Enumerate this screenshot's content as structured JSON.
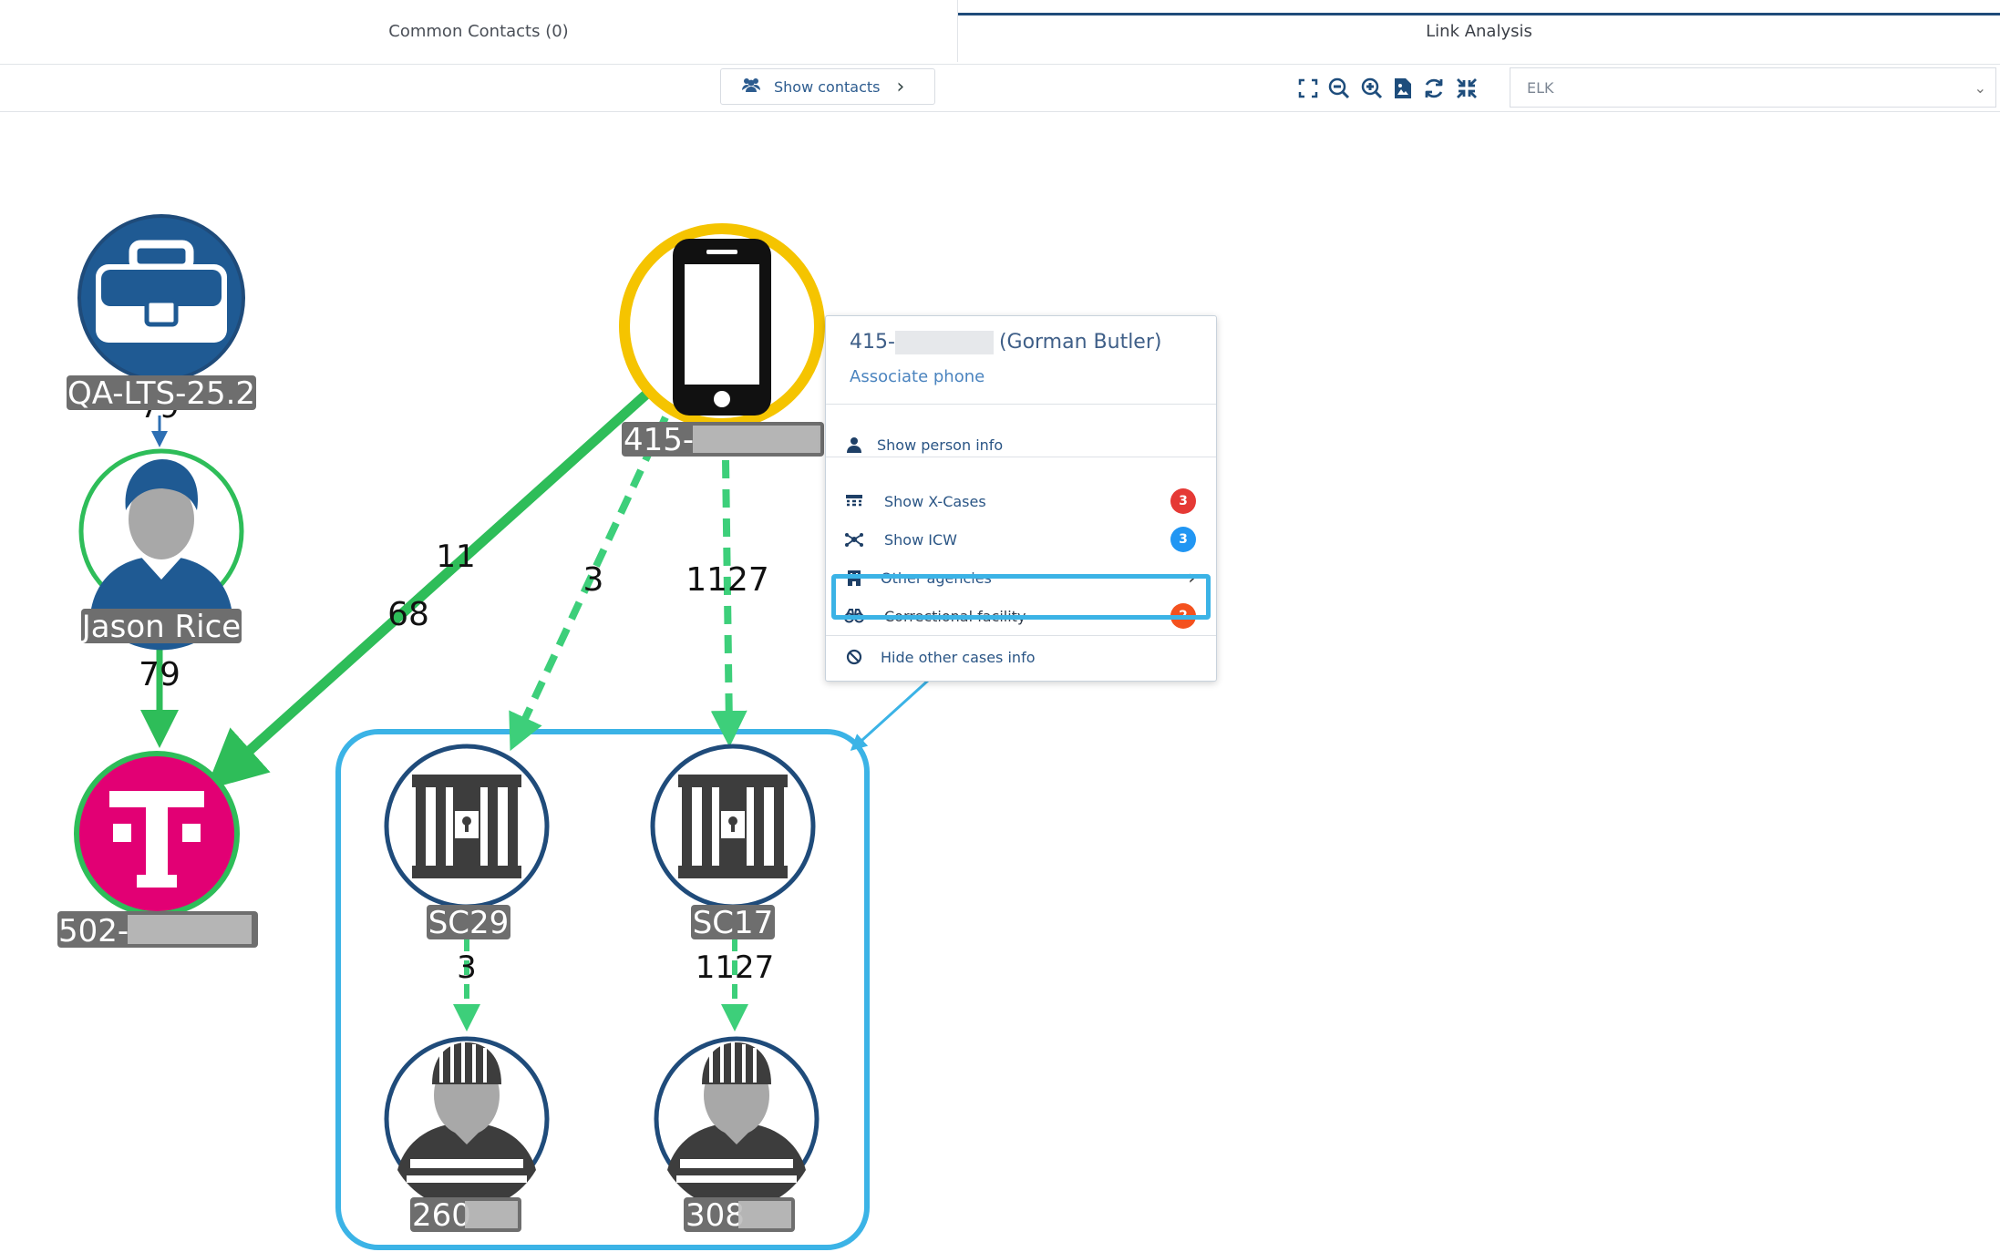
{
  "tabs": [
    {
      "label": "Common Contacts (0)"
    },
    {
      "label": "Link Analysis"
    }
  ],
  "toolbar": {
    "show_contacts_label": "Show contacts",
    "layout_select_value": "ELK"
  },
  "graph": {
    "nodes": {
      "case": {
        "label": "QA-LTS-25.2",
        "icon": "briefcase-icon"
      },
      "person": {
        "label": "Jason Rice",
        "icon": "person-icon"
      },
      "carrier": {
        "label": "502-",
        "icon": "t-mobile-logo"
      },
      "phone": {
        "label": "415-",
        "icon": "phone-icon"
      },
      "facility1": {
        "label": "SC29",
        "icon": "jail-icon"
      },
      "facility2": {
        "label": "SC17",
        "icon": "jail-icon"
      },
      "inmate1": {
        "label": "260",
        "icon": "inmate-icon"
      },
      "inmate2": {
        "label": "308",
        "icon": "inmate-icon"
      }
    },
    "edges": {
      "case_person": "79",
      "person_carrier": "79",
      "phone_carrier_a": "11",
      "phone_carrier_b": "68",
      "phone_facility1": "3",
      "phone_facility2": "1127",
      "facility1_inmate1": "3",
      "facility2_inmate2": "1127"
    }
  },
  "context_menu": {
    "title_prefix": "415-",
    "title_suffix": "(Gorman Butler)",
    "subtitle": "Associate phone",
    "items": [
      {
        "label": "Show person info"
      },
      {
        "label": "Show X-Cases",
        "badge": "3"
      },
      {
        "label": "Show ICW",
        "badge": "3"
      },
      {
        "label": "Other agencies"
      },
      {
        "label": "Correctional facility",
        "badge": "2"
      },
      {
        "label": "Hide other cases info"
      }
    ]
  },
  "colors": {
    "accent_blue": "#1f4b7a",
    "edge_green": "#2ebd59",
    "phone_ring": "#f5c400",
    "tmobile": "#e20074",
    "highlight": "#3bb3e6",
    "badge_red": "#e53935",
    "badge_blue": "#2196f3",
    "badge_orange": "#f4511e"
  }
}
